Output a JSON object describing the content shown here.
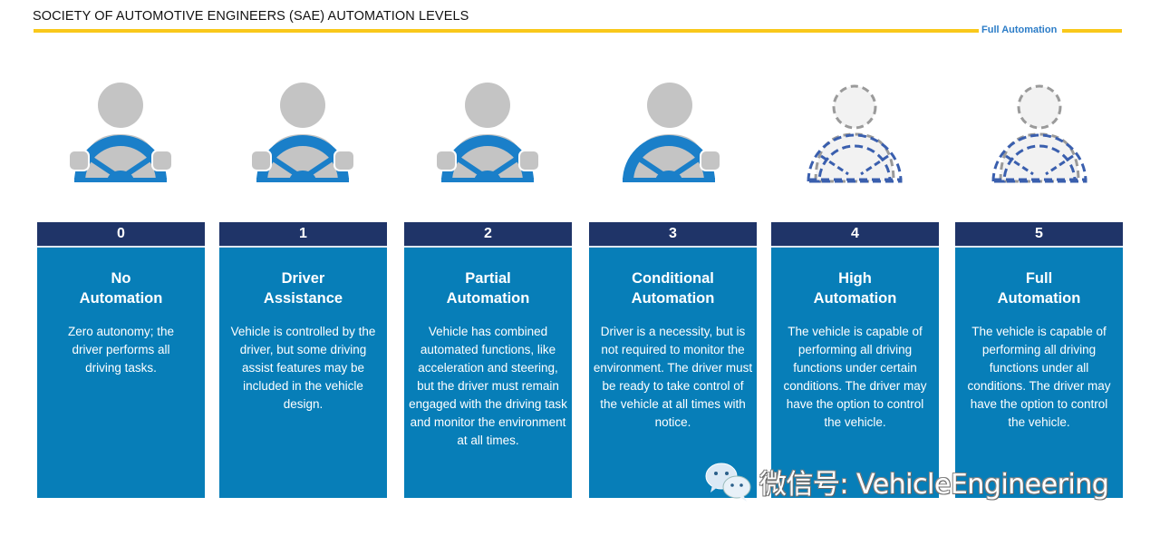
{
  "header": {
    "title": "SOCIETY OF AUTOMOTIVE ENGINEERS (SAE) AUTOMATION LEVELS",
    "scale_end_label": "Full Automation"
  },
  "colors": {
    "accent_yellow": "#f9c81b",
    "header_navy": "#1f3468",
    "body_blue": "#077eb8",
    "wheel_blue": "#1a7fc9",
    "figure_gray": "#c4c4c4",
    "dashed_blue": "#3a5fae"
  },
  "levels": [
    {
      "number": "0",
      "title_line1": "No",
      "title_line2": "Automation",
      "description": "Zero autonomy; the driver performs all driving tasks.",
      "icon": "driver-two-hands-on-wheel-icon"
    },
    {
      "number": "1",
      "title_line1": "Driver",
      "title_line2": "Assistance",
      "description": "Vehicle is controlled by the driver, but some driving assist features may be included in the vehicle design.",
      "icon": "driver-two-hands-on-wheel-icon"
    },
    {
      "number": "2",
      "title_line1": "Partial",
      "title_line2": "Automation",
      "description": "Vehicle has combined automated functions, like acceleration and steering, but the driver must remain engaged with the driving task and monitor the environment at all times.",
      "icon": "driver-two-hands-on-wheel-icon"
    },
    {
      "number": "3",
      "title_line1": "Conditional",
      "title_line2": "Automation",
      "description": "Driver is a necessity, but is not required to monitor the environment. The driver must be ready to take control of the vehicle at all times with notice.",
      "icon": "driver-one-hand-on-wheel-icon"
    },
    {
      "number": "4",
      "title_line1": "High",
      "title_line2": "Automation",
      "description": "The vehicle is capable of performing all driving functions under certain conditions. The driver may have the option to control the vehicle.",
      "icon": "dashed-driver-outline-icon"
    },
    {
      "number": "5",
      "title_line1": "Full",
      "title_line2": "Automation",
      "description": "The vehicle is capable of performing all driving functions under all conditions. The driver may have the option to control the vehicle.",
      "icon": "dashed-driver-outline-icon"
    }
  ],
  "watermark": {
    "icon": "wechat-icon",
    "text": "微信号: VehicleEngineering"
  }
}
